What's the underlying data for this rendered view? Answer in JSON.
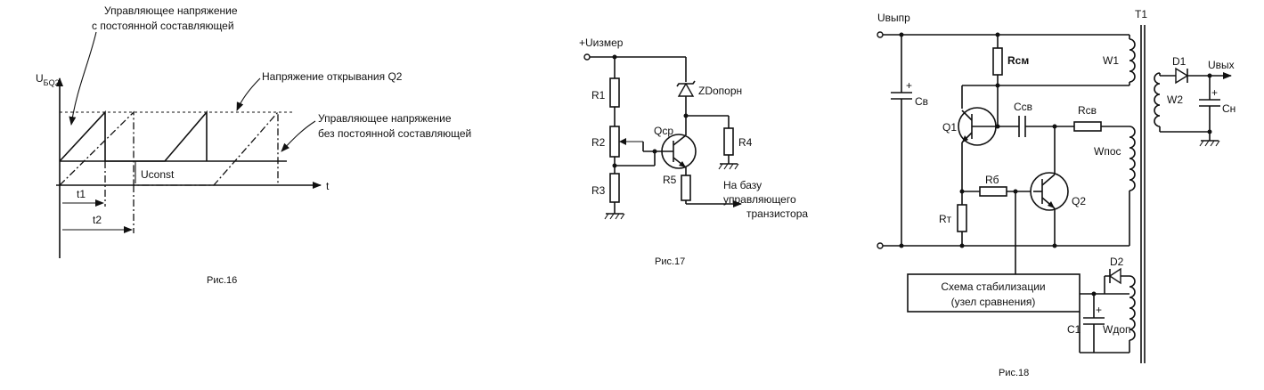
{
  "fig16": {
    "axis_y_main": "U",
    "axis_y_sub": "БQ2",
    "axis_x": "t",
    "label_control_dc_line1": "Управляющее напряжение",
    "label_control_dc_line2": "с постоянной составляющей",
    "label_open_q2": "Напряжение открывания Q2",
    "label_control_nodc_line1": "Управляющее напряжение",
    "label_control_nodc_line2": "без постоянной составляющей",
    "label_uconst": "Uconst",
    "label_t1": "t1",
    "label_t2": "t2",
    "caption": "Рис.16"
  },
  "fig17": {
    "label_uizmer": "+Uизмер",
    "label_r1": "R1",
    "label_r2": "R2",
    "label_r3": "R3",
    "label_r4": "R4",
    "label_r5": "R5",
    "label_qcp": "Qср",
    "label_zd": "ZDопорн",
    "label_out_line1": "На базу",
    "label_out_line2": "управляющего",
    "label_out_line3": "транзистора",
    "caption": "Рис.17"
  },
  "fig18": {
    "label_uvypr": "Uвыпр",
    "label_t1": "T1",
    "label_rsm": "Rсм",
    "label_w1": "W1",
    "label_cv": "Cв",
    "label_q1": "Q1",
    "label_csv": "Cсв",
    "label_rsv": "Rсв",
    "label_wpos": "Wпос",
    "label_rb": "Rб",
    "label_q2": "Q2",
    "label_rt": "Rт",
    "label_d1": "D1",
    "label_uvyh": "Uвых",
    "label_w2": "W2",
    "label_cn": "Cн",
    "label_d2": "D2",
    "label_c1": "C1",
    "label_wdop": "Wдоп",
    "label_stab_line1": "Схема стабилизации",
    "label_stab_line2": "(узел сравнения)",
    "caption": "Рис.18"
  }
}
